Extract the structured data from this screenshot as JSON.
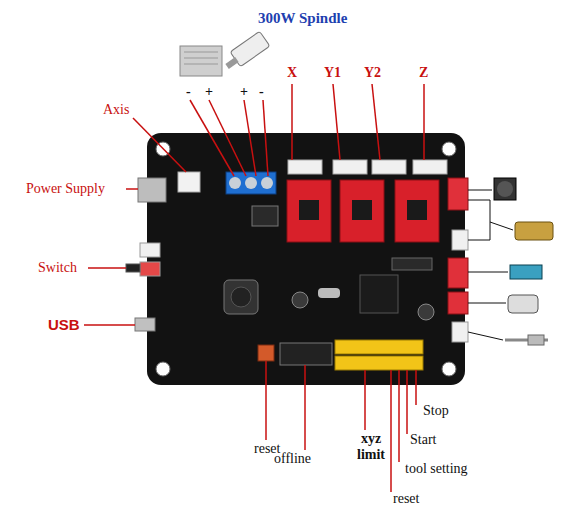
{
  "diagram": {
    "labels": [
      "300W Spindle",
      "-",
      "+",
      "+",
      "-",
      "X",
      "Y1",
      "Y2",
      "Z",
      "Axis",
      "Power Supply",
      "Switch",
      "USB",
      "reset",
      "offline",
      "xyz limit",
      "Stop",
      "Start",
      "tool setting",
      "reset"
    ]
  }
}
